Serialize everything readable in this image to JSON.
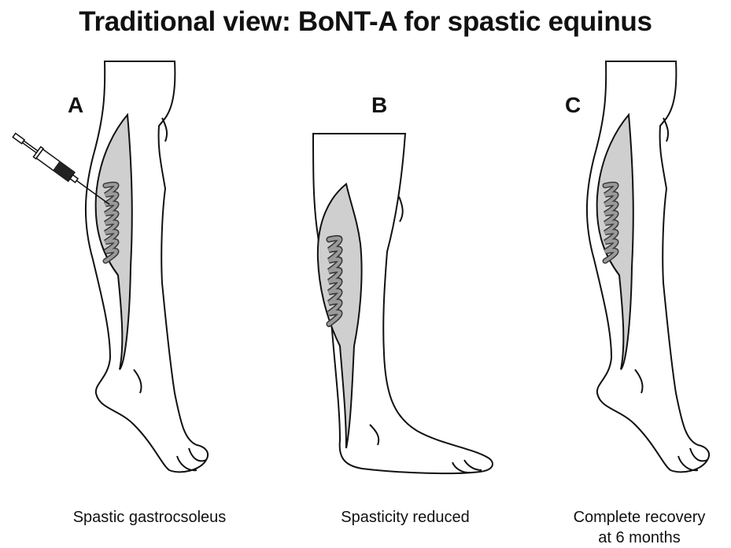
{
  "title": "Traditional view: BoNT-A for spastic equinus",
  "panels": [
    {
      "letter": "A",
      "caption": "Spastic gastrocsoleus"
    },
    {
      "letter": "B",
      "caption": "Spasticity reduced"
    },
    {
      "letter": "C",
      "caption_line1": "Complete recovery",
      "caption_line2": "at 6 months"
    }
  ],
  "colors": {
    "muscle_fill": "#cfcfcf",
    "muscle_dark": "#9a9a9a",
    "ink": "#111111"
  },
  "icons": [
    "syringe-icon",
    "muscle-spring-icon",
    "leg-illustration"
  ]
}
